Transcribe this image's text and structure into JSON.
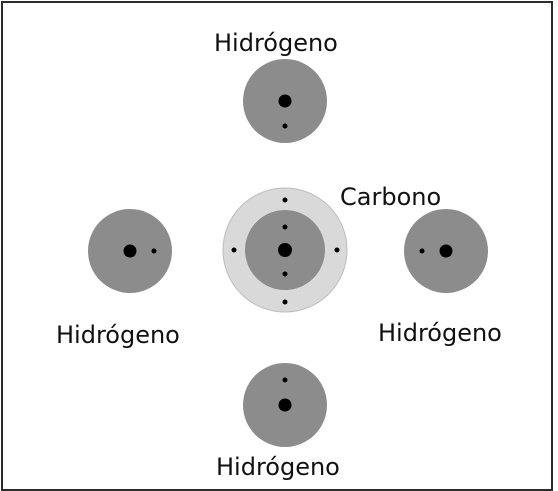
{
  "labels": {
    "hydrogen_top": "Hidrógeno",
    "carbon": "Carbono",
    "hydrogen_left": "Hidrógeno",
    "hydrogen_right": "Hidrógeno",
    "hydrogen_bottom": "Hidrógeno"
  },
  "colors": {
    "shell_outer": "#d9d9d9",
    "shell_inner": "#8c8c8c",
    "hydrogen_shell": "#8c8c8c",
    "nucleus": "#000000",
    "electron": "#000000",
    "border": "#2b2b2b"
  }
}
